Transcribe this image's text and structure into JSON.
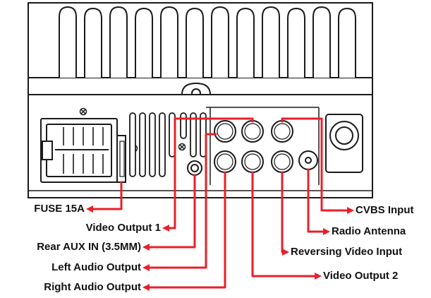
{
  "diagram": {
    "colors": {
      "outline": "#1a1a1a",
      "leader": "#e8202a",
      "background": "#ffffff"
    },
    "labels": {
      "fuse": "FUSE 15A",
      "video_output_1": "Video Output 1",
      "rear_aux_in": "Rear AUX IN (3.5MM)",
      "left_audio_output": "Left Audio Output",
      "right_audio_output": "Right Audio Output",
      "cvbs_input": "CVBS Input",
      "radio_antenna": "Radio Antenna",
      "reversing_video_input": "Reversing Video Input",
      "video_output_2": "Video Output 2"
    }
  }
}
